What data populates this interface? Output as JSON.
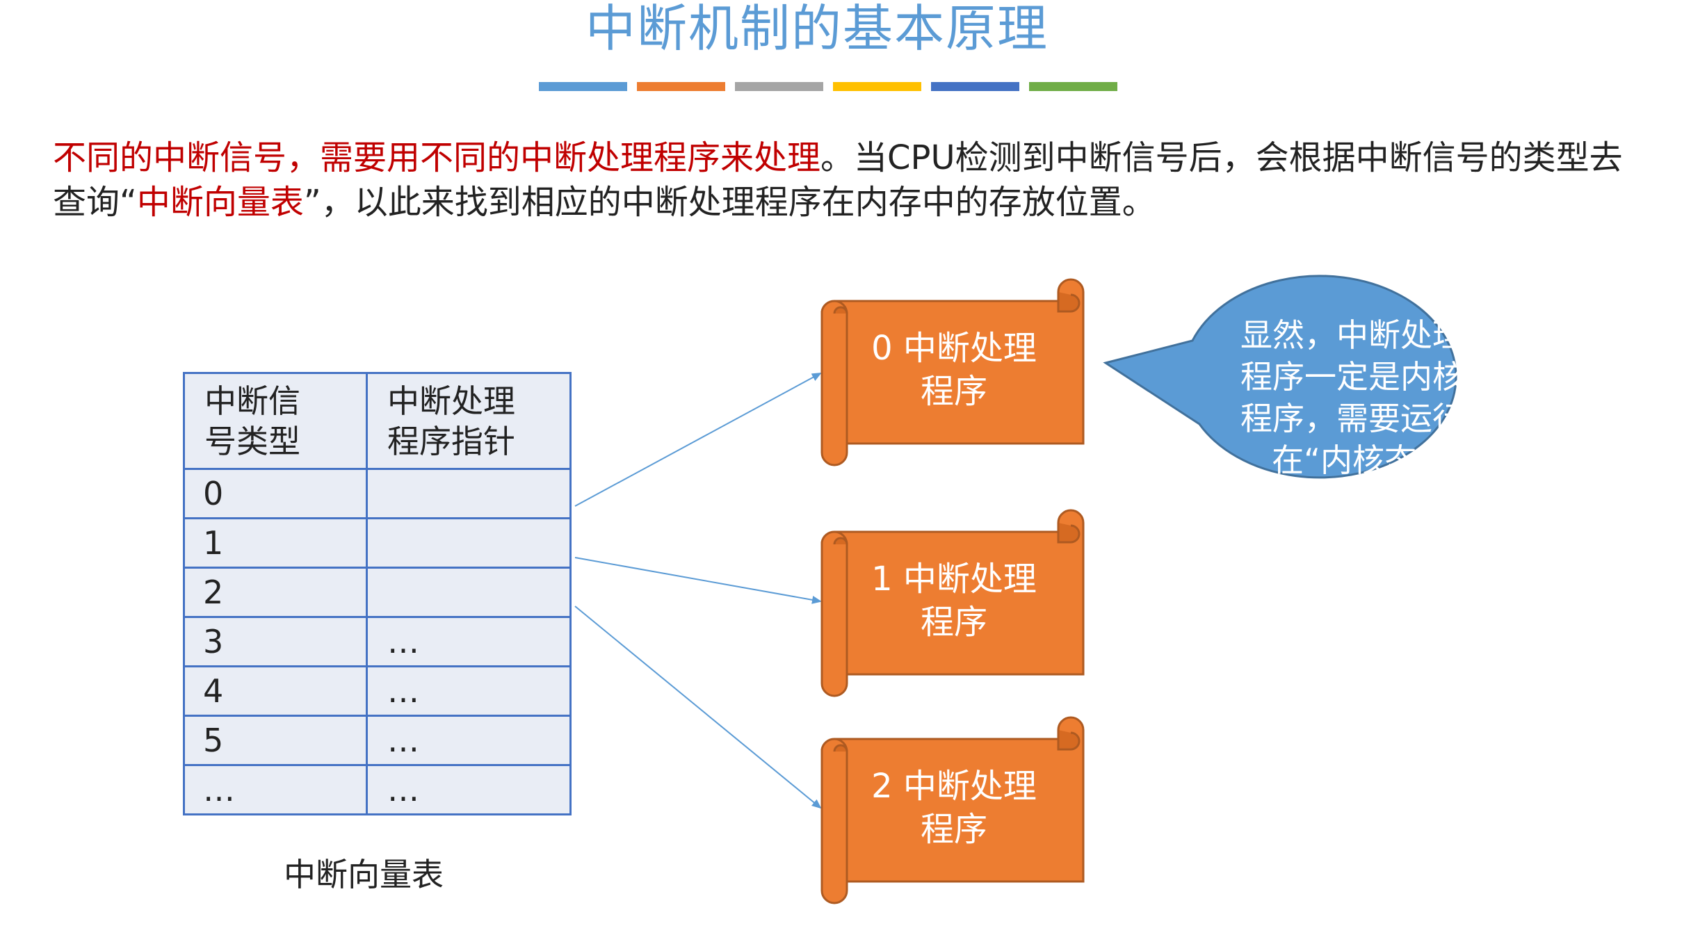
{
  "title": "中断机制的基本原理",
  "accent_colors": [
    "#5b9bd5",
    "#ed7d31",
    "#a5a5a5",
    "#ffc000",
    "#4472c4",
    "#70ad47"
  ],
  "intro": {
    "seg1_red": "不同的中断信号，需要用不同的中断处理程序来处理",
    "seg2": "。当CPU检测到中断信号后，会根据中断信号的类型去查询“",
    "seg3_red": "中断向量表",
    "seg4": "”，以此来找到相应的中断处理程序在内存中的存放位置。"
  },
  "vector_table": {
    "caption": "中断向量表",
    "headers": [
      "中断信号类型",
      "中断处理程序指针"
    ],
    "header_lines": [
      [
        "中断信",
        "号类型"
      ],
      [
        "中断处理",
        "程序指针"
      ]
    ],
    "rows": [
      [
        "0",
        ""
      ],
      [
        "1",
        ""
      ],
      [
        "2",
        ""
      ],
      [
        "3",
        "…"
      ],
      [
        "4",
        "…"
      ],
      [
        "5",
        "…"
      ],
      [
        "…",
        "…"
      ]
    ]
  },
  "handlers": [
    {
      "line1": "0 中断处理",
      "line2": "程序"
    },
    {
      "line1": "1 中断处理",
      "line2": "程序"
    },
    {
      "line1": "2 中断处理",
      "line2": "程序"
    }
  ],
  "callout": {
    "text": "显然，中断处理程序一定是内核程序，需要运行在“内核态”",
    "lines": [
      "显然，中断处理",
      "程序一定是内核",
      "程序，需要运行",
      "在“内核态”"
    ]
  },
  "colors": {
    "title": "#5b9bd5",
    "highlight": "#c00000",
    "scroll_fill": "#ed7d31",
    "scroll_stroke": "#ae5a21",
    "bubble_fill": "#5b9bd5",
    "arrow": "#5b9bd5",
    "table_border": "#4472c4",
    "table_fill": "#e9edf5"
  }
}
